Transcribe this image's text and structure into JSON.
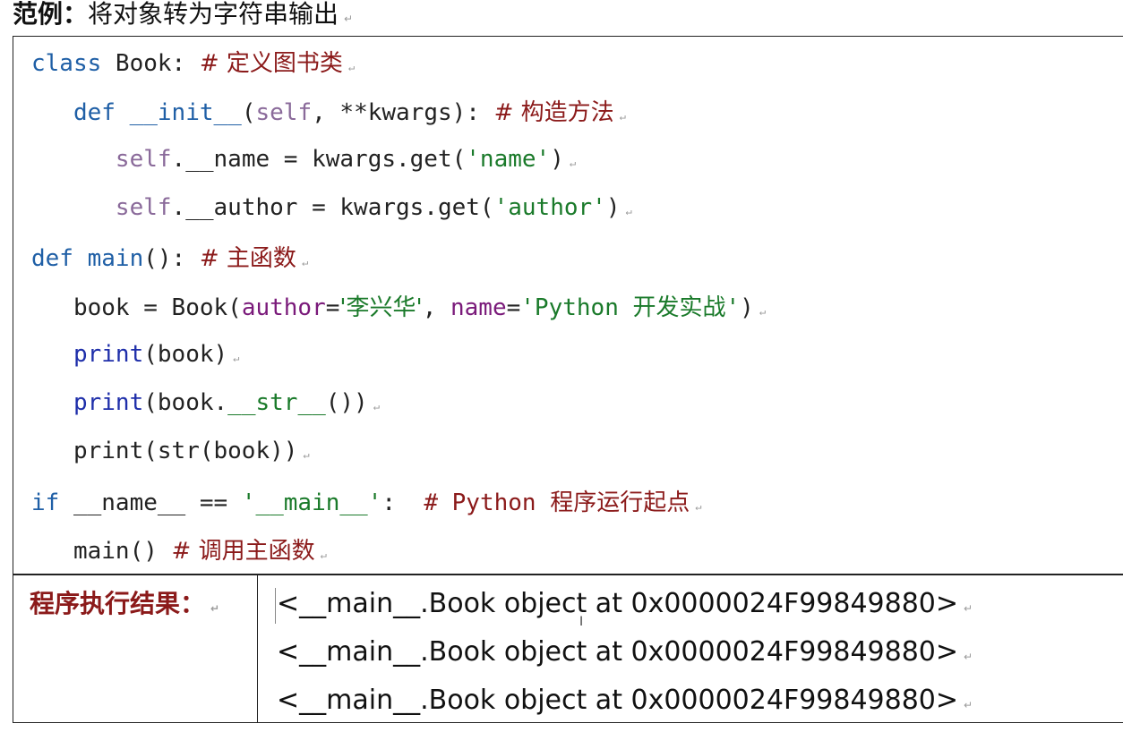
{
  "heading": {
    "label": "范例：",
    "title": "将对象转为字符串输出",
    "mark": "↵"
  },
  "code": {
    "l1": {
      "kw": "class",
      "name": " Book: ",
      "cm": "# 定义图书类"
    },
    "l2": {
      "indent": "   ",
      "kw": "def",
      "sp": " ",
      "fn": "__init__",
      "p1": "(",
      "self": "self",
      "p2": ", **kwargs): ",
      "cm": "# 构造方法"
    },
    "l3": {
      "indent": "      ",
      "self": "self",
      "rest1": ".__name = kwargs.get(",
      "str": "'name'",
      "rest2": ")"
    },
    "l4": {
      "indent": "      ",
      "self": "self",
      "rest1": ".__author = kwargs.get(",
      "str": "'author'",
      "rest2": ")"
    },
    "l5": {
      "kw": "def",
      "sp": " ",
      "fn": "main",
      "rest": "(): ",
      "cm": "# 主函数"
    },
    "l6": {
      "indent": "   ",
      "pre": "book = Book(",
      "k1": "author",
      "eq1": "=",
      "s1": "'李兴华'",
      "comma": ", ",
      "k2": "name",
      "eq2": "=",
      "s2": "'Python 开发实战'",
      "post": ")"
    },
    "l7": {
      "indent": "   ",
      "bi": "print",
      "rest": "(book)"
    },
    "l8": {
      "indent": "   ",
      "bi": "print",
      "rest1": "(book.",
      "str": "__str__",
      "rest2": "())"
    },
    "l9": {
      "indent": "   ",
      "text": "print(str(book))"
    },
    "l10": {
      "kw": "if",
      "mid": " __name__ == ",
      "str": "'__main__'",
      "colon": ":  ",
      "cm": "# Python 程序运行起点"
    },
    "l11": {
      "indent": "   ",
      "text": "main() ",
      "cm": "# 调用主函数"
    }
  },
  "result": {
    "label": "程序执行结果：",
    "lines": [
      "<__main__.Book object at 0x0000024F99849880>",
      "<__main__.Book object at 0x0000024F99849880>",
      "<__main__.Book object at 0x0000024F99849880>"
    ]
  },
  "mark": "↵"
}
